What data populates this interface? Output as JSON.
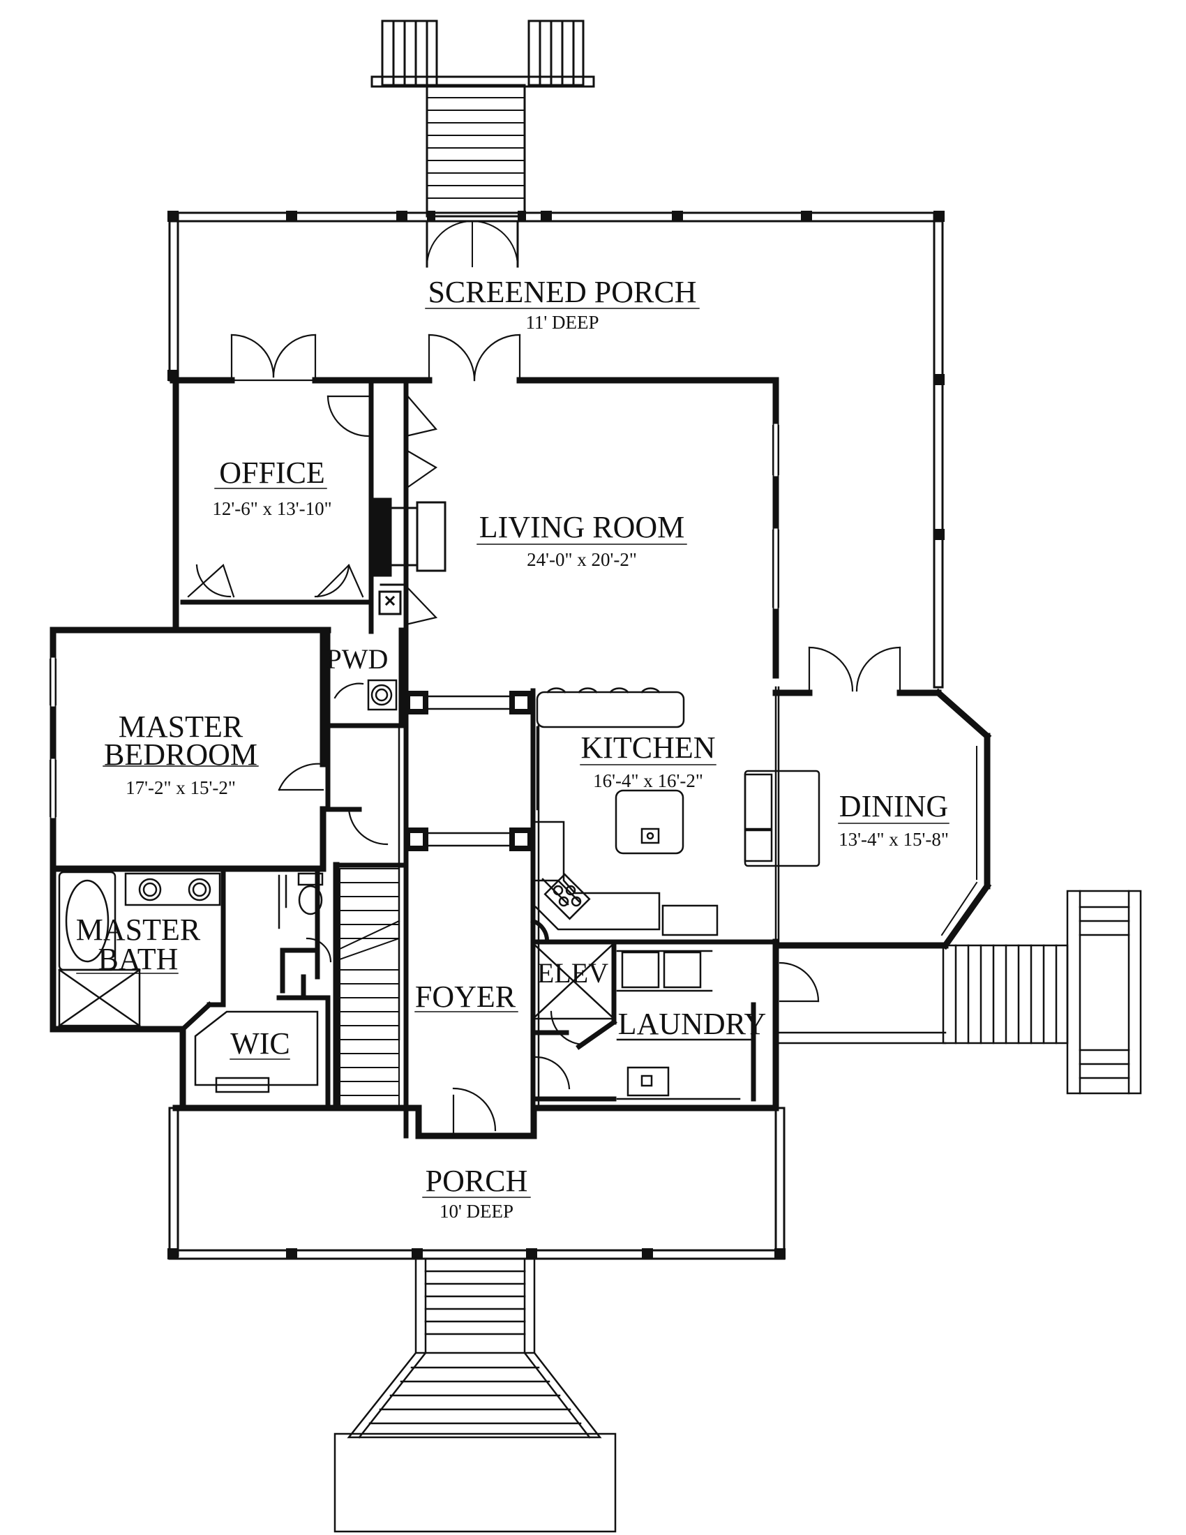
{
  "rooms": {
    "screened_porch": {
      "name": "SCREENED PORCH",
      "dim": "11' DEEP"
    },
    "office": {
      "name": "OFFICE",
      "dim": "12'-6\" x 13'-10\""
    },
    "living_room": {
      "name": "LIVING ROOM",
      "dim": "24'-0\" x 20'-2\""
    },
    "pwd": {
      "name": "PWD"
    },
    "master_bedroom": {
      "name1": "MASTER",
      "name2": "BEDROOM",
      "dim": "17'-2\" x 15'-2\""
    },
    "kitchen": {
      "name": "KITCHEN",
      "dim": "16'-4\" x 16'-2\""
    },
    "dining": {
      "name": "DINING",
      "dim": "13'-4\" x 15'-8\""
    },
    "master_bath": {
      "name1": "MASTER",
      "name2": "BATH"
    },
    "elev": {
      "name": "ELEV"
    },
    "foyer": {
      "name": "FOYER"
    },
    "laundry": {
      "name": "LAUNDRY"
    },
    "wic": {
      "name": "WIC"
    },
    "porch": {
      "name": "PORCH",
      "dim": "10' DEEP"
    }
  },
  "colors": {
    "ink": "#111111",
    "background": "#ffffff"
  }
}
